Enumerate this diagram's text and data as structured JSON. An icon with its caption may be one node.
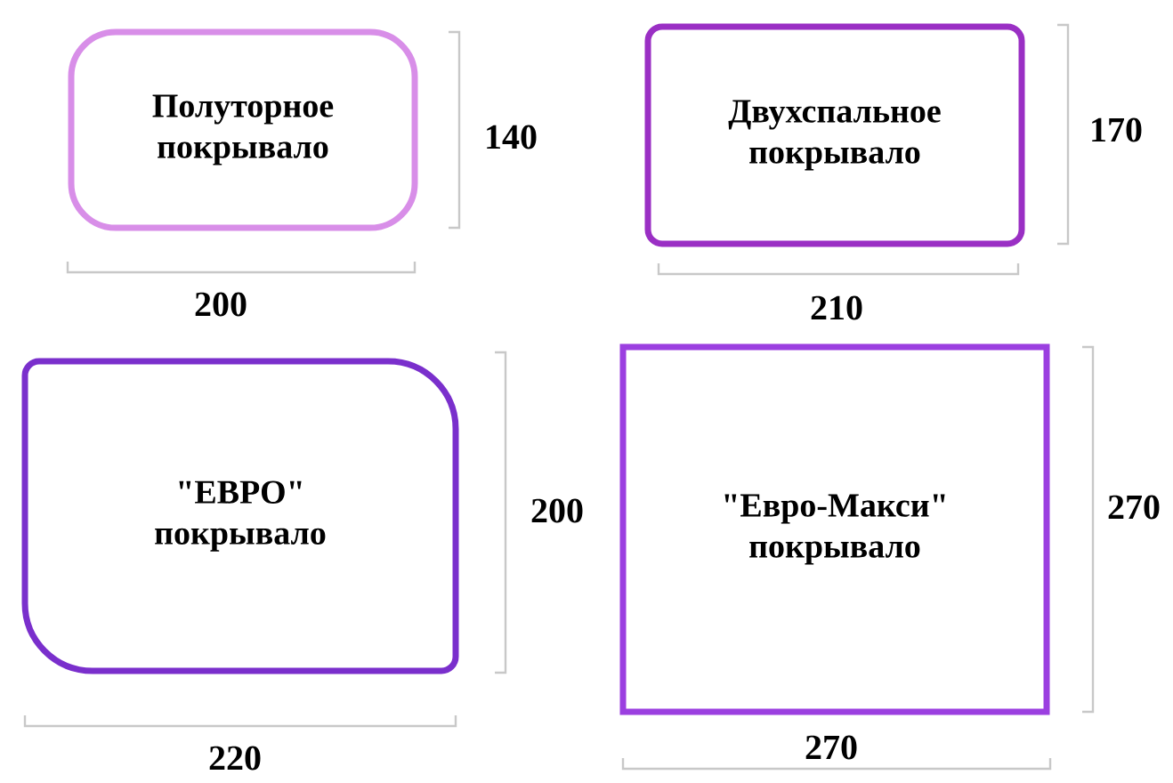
{
  "diagram": {
    "nodes": [
      {
        "text": [
          "Полуторное покрывало"
        ]
      },
      {
        "text": [
          "Двухспальное покрывало"
        ]
      },
      {
        "text": [
          "\"ЕВРО\" покрывало"
        ]
      },
      {
        "text": [
          "\"Евро-Макси\" покрывало"
        ]
      }
    ],
    "labels": [
      "140",
      "170",
      "200",
      "210",
      "200",
      "270",
      "220",
      "270"
    ]
  }
}
